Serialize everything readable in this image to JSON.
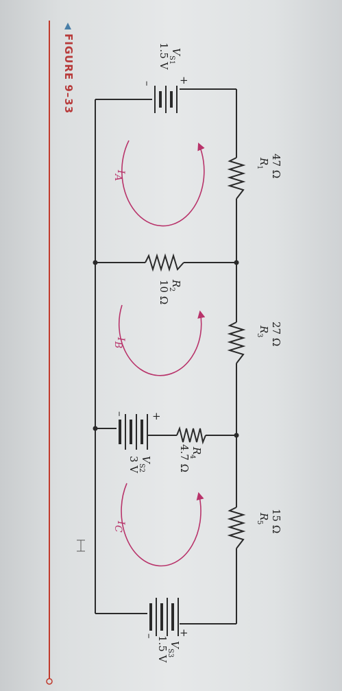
{
  "figure": {
    "label": "FIGURE 9–33"
  },
  "components": {
    "r1": {
      "name": "R",
      "sub": "1",
      "value": "47 Ω"
    },
    "r2": {
      "name": "R",
      "sub": "2",
      "value": "10 Ω"
    },
    "r3": {
      "name": "R",
      "sub": "3",
      "value": "27 Ω"
    },
    "r4": {
      "name": "R",
      "sub": "4",
      "value": "4.7 Ω"
    },
    "r5": {
      "name": "R",
      "sub": "5",
      "value": "15 Ω"
    },
    "vs1": {
      "name": "V",
      "sub": "S1",
      "value": "1.5 V",
      "plus": "+",
      "minus": "–"
    },
    "vs2": {
      "name": "V",
      "sub": "S2",
      "value": "3 V",
      "plus": "+",
      "minus": "–"
    },
    "vs3": {
      "name": "V",
      "sub": "S3",
      "value": "1.5 V",
      "plus": "+",
      "minus": "–"
    }
  },
  "loops": {
    "a": {
      "name": "I",
      "sub": "A"
    },
    "b": {
      "name": "I",
      "sub": "B"
    },
    "c": {
      "name": "I",
      "sub": "C"
    }
  },
  "colors": {
    "wire": "#2a2a2a",
    "loop": "#b8336a",
    "rule": "#c0392b",
    "marker": "#4a7fa8"
  }
}
